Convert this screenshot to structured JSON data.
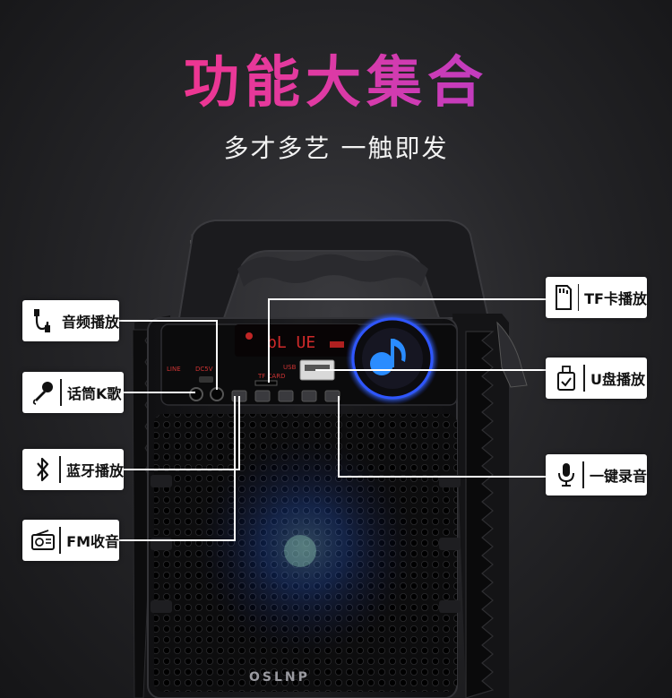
{
  "header": {
    "title": "功能大集合",
    "subtitle": "多才多艺 一触即发"
  },
  "features": {
    "left": [
      {
        "label": "音频播放",
        "icon": "audio-cable-icon"
      },
      {
        "label": "话筒K歌",
        "icon": "microphone-icon"
      },
      {
        "label": "蓝牙播放",
        "icon": "bluetooth-icon"
      },
      {
        "label": "FM收音",
        "icon": "radio-icon"
      }
    ],
    "right": [
      {
        "label": "TF卡播放",
        "icon": "tf-card-icon"
      },
      {
        "label": "U盘播放",
        "icon": "usb-drive-icon"
      },
      {
        "label": "一键录音",
        "icon": "record-mic-icon"
      }
    ]
  },
  "device": {
    "display_text": "bL UE",
    "brand": "OSLNP"
  },
  "colors": {
    "title_gradient_start": "#ff2f7a",
    "title_gradient_end": "#a03ee0",
    "speaker_led": "#2a6cff"
  }
}
